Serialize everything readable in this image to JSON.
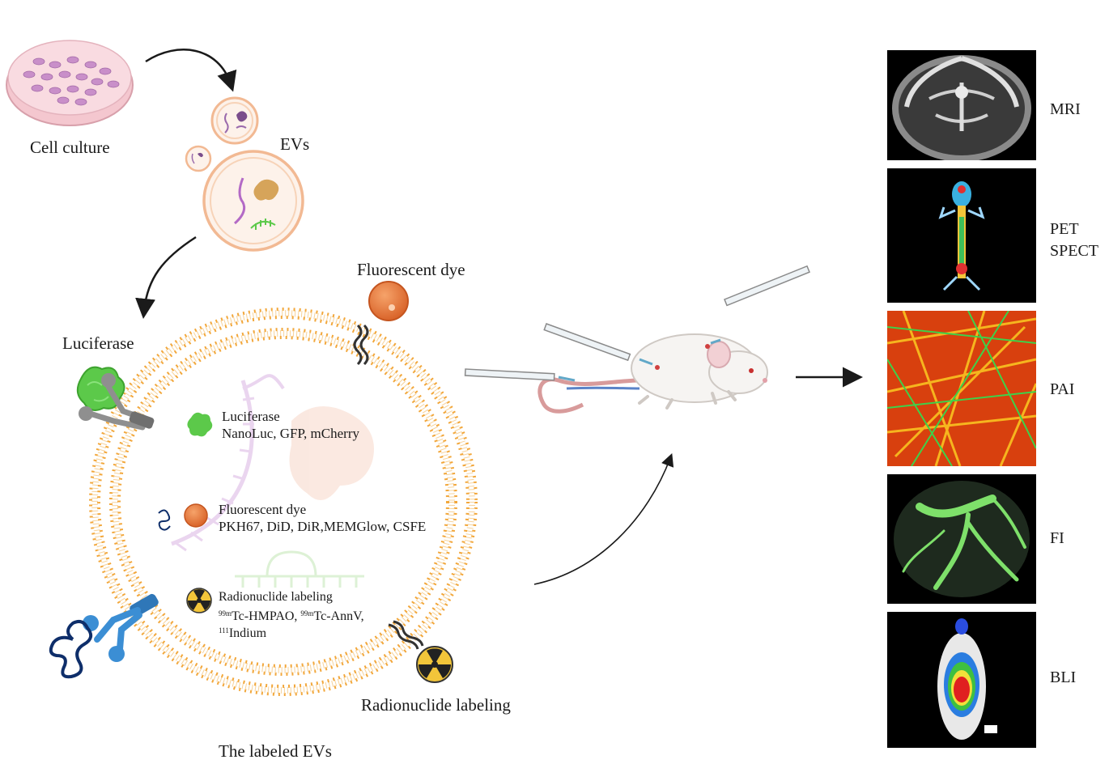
{
  "labels": {
    "cell_culture": "Cell culture",
    "evs": "EVs",
    "fluorescent_dye_top": "Fluorescent dye",
    "luciferase_left": "Luciferase",
    "radionuclide_bottom": "Radionuclide labeling",
    "labeled_evs": "The labeled EVs"
  },
  "legend": {
    "luciferase_title": "Luciferase",
    "luciferase_items": "NanoLuc, GFP, mCherry",
    "dye_title": "Fluorescent dye",
    "dye_items": "PKH67, DiD, DiR,MEMGlow, CSFE",
    "radio_title": "Radionuclide labeling",
    "radio_mass1": "99m",
    "radio_item1": "Tc-HMPAO, ",
    "radio_mass2": "99m",
    "radio_item2": "Tc-AnnV,",
    "radio_mass3": "111",
    "radio_item3": "Indium"
  },
  "modalities": {
    "mri": "MRI",
    "pet": "PET",
    "spect": "SPECT",
    "pai": "PAI",
    "fi": "FI",
    "bli": "BLI"
  },
  "colors": {
    "membrane": "#f2a73b",
    "dye": "#e8813a",
    "luciferase": "#5cc94a",
    "radionuclide": "#f2c53a",
    "antibody_blue": "#3b8ed4"
  }
}
